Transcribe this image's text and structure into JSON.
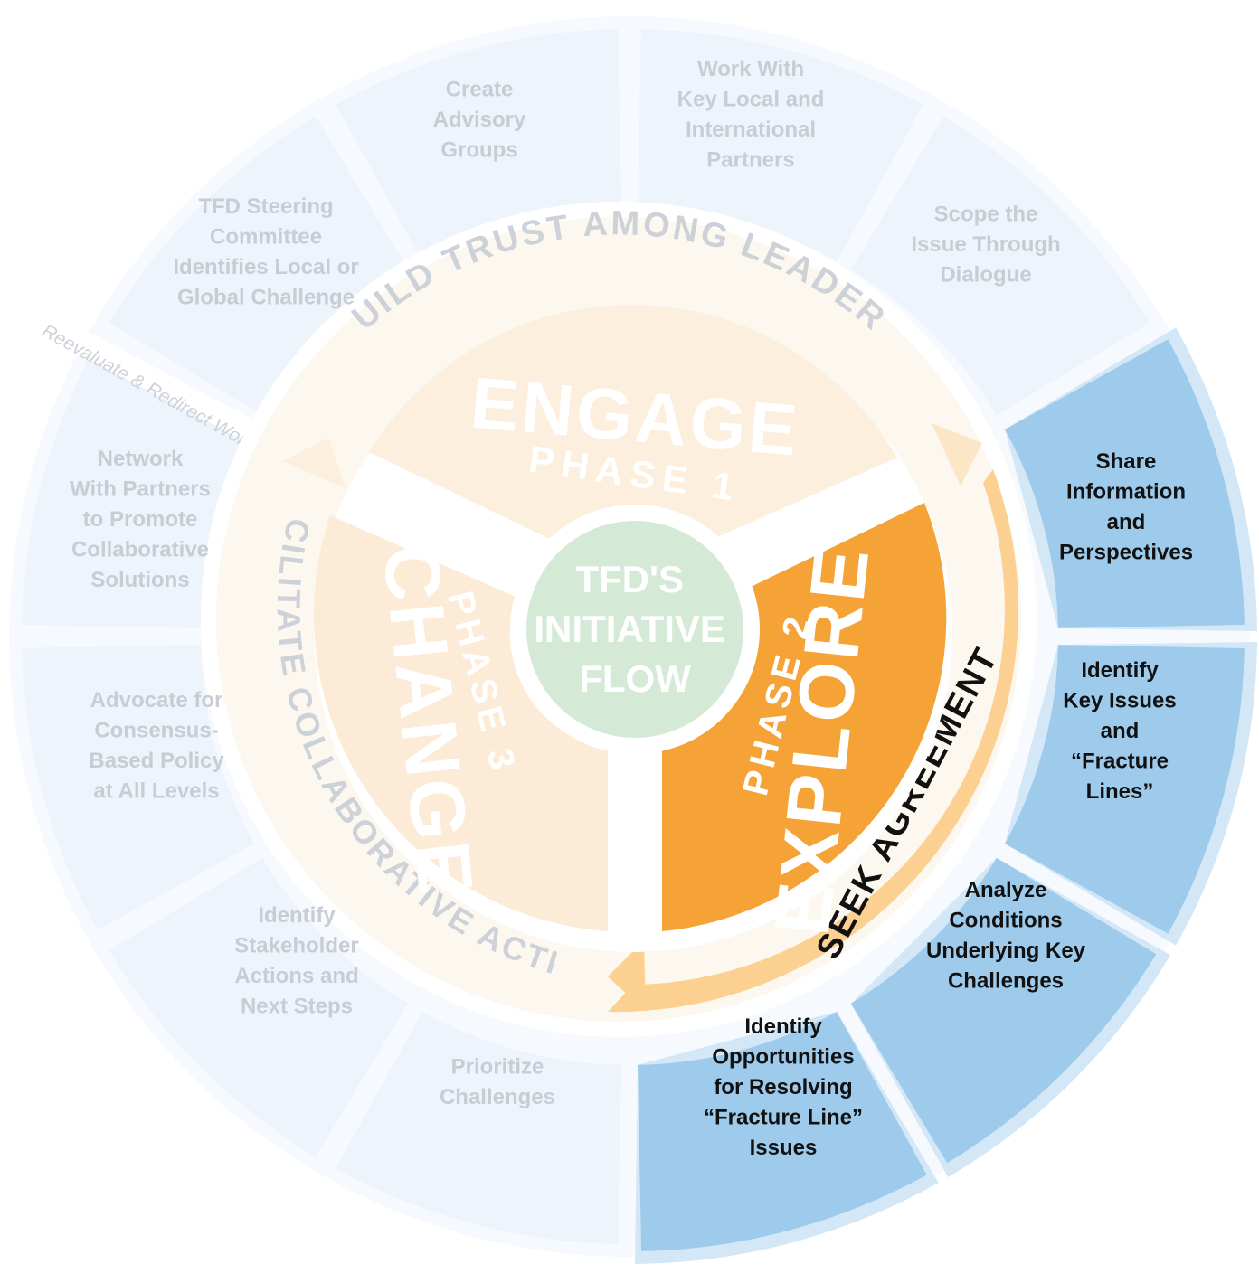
{
  "center": {
    "lines": [
      "TFD'S",
      "INITIATIVE",
      "FLOW"
    ]
  },
  "phases": {
    "engage": {
      "name": "ENGAGE",
      "phase": "PHASE 1"
    },
    "explore": {
      "name": "EXPLORE",
      "phase": "PHASE 2"
    },
    "change": {
      "name": "CHANGE",
      "phase": "PHASE 3"
    }
  },
  "ring_labels": {
    "top": "BUILD TRUST AMONG LEADERS",
    "right": "SEEK AGREEMENT",
    "left": "FACILITATE COLLABORATIVE ACTION"
  },
  "reevaluate": "Reevaluate & Redirect Work",
  "steps": [
    {
      "id": "create-advisory",
      "lines": [
        "Create",
        "Advisory",
        "Groups"
      ],
      "active": false
    },
    {
      "id": "work-with-partners",
      "lines": [
        "Work With",
        "Key Local and",
        "International",
        "Partners"
      ],
      "active": false
    },
    {
      "id": "scope-issue",
      "lines": [
        "Scope the",
        "Issue Through",
        "Dialogue"
      ],
      "active": false
    },
    {
      "id": "share-information",
      "lines": [
        "Share",
        "Information",
        "and",
        "Perspectives"
      ],
      "active": true
    },
    {
      "id": "identify-key-issues",
      "lines": [
        "Identify",
        "Key Issues",
        "and",
        "“Fracture",
        "Lines”"
      ],
      "active": true
    },
    {
      "id": "analyze-conditions",
      "lines": [
        "Analyze",
        "Conditions",
        "Underlying Key",
        "Challenges"
      ],
      "active": true
    },
    {
      "id": "identify-opportunities",
      "lines": [
        "Identify",
        "Opportunities",
        "for Resolving",
        "“Fracture Line”",
        "Issues"
      ],
      "active": true
    },
    {
      "id": "prioritize-challenges",
      "lines": [
        "Prioritize",
        "Challenges"
      ],
      "active": false
    },
    {
      "id": "identify-stakeholder-actions",
      "lines": [
        "Identify",
        "Stakeholder",
        "Actions and",
        "Next Steps"
      ],
      "active": false
    },
    {
      "id": "advocate-policy",
      "lines": [
        "Advocate for",
        "Consensus-",
        "Based Policy",
        "at All Levels"
      ],
      "active": false
    },
    {
      "id": "network-with-partners",
      "lines": [
        "Network",
        "With Partners",
        "to Promote",
        "Collaborative",
        "Solutions"
      ],
      "active": false
    },
    {
      "id": "tfd-steering",
      "lines": [
        "TFD Steering",
        "Committee",
        "Identifies Local or",
        "Global Challenge"
      ],
      "active": false
    }
  ],
  "colors": {
    "ghost_segment": "#edf4fc",
    "active_segment": "#9ecbec",
    "active_rim": "#d3e7f6",
    "engage_fill": "#fcefde",
    "change_fill": "#fcebd6",
    "explore_fill": "#f5a336",
    "ring_pale": "#fcf8ef",
    "ring_explore": "#fbd090",
    "center_fill": "#d5ead6",
    "center_text": "#ffffff",
    "ghost_text": "#c9cdd3",
    "active_text": "#111111"
  }
}
